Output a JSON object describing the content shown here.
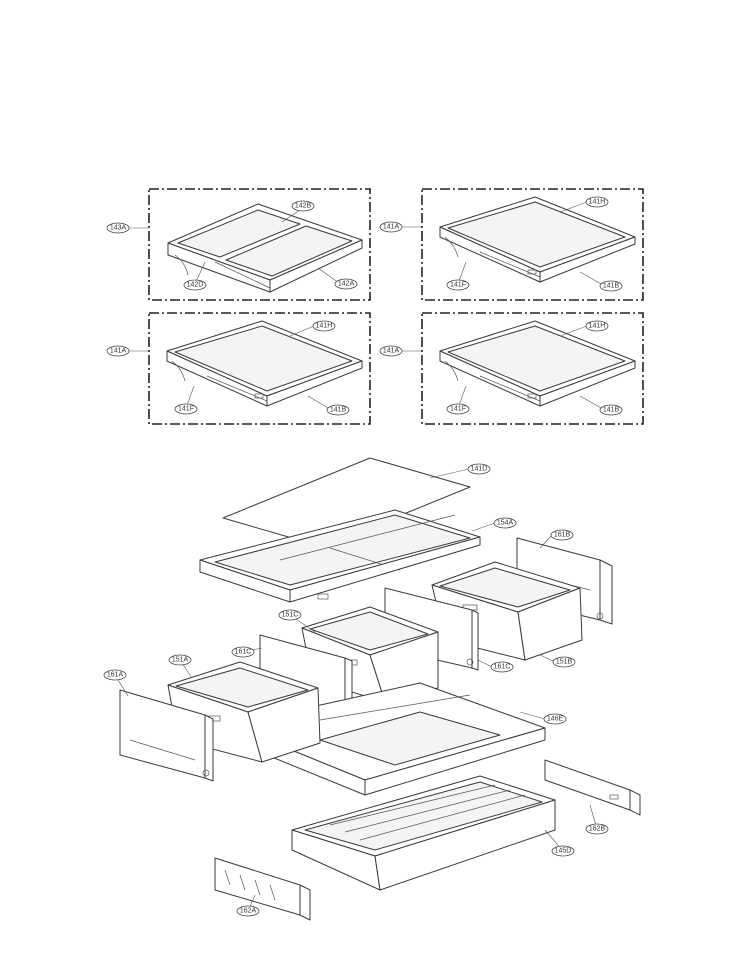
{
  "callouts": {
    "c143A": "143A",
    "c142B": "142B",
    "c142D": "142D",
    "c142A": "142A",
    "c141A_1": "141A",
    "c141H_1": "141H",
    "c141F_1": "141F",
    "c141B_1": "141B",
    "c141A_2": "141A",
    "c141H_2": "141H",
    "c141F_2": "141F",
    "c141B_2": "141B",
    "c141A_3": "141A",
    "c141H_3": "141H",
    "c141F_3": "141F",
    "c141B_3": "141B",
    "c141D": "141D",
    "c154A": "154A",
    "c161B": "161B",
    "c151C": "151C",
    "c161C_1": "161C",
    "c161C_2": "161C",
    "c151B": "151B",
    "c151A": "151A",
    "c161A": "161A",
    "c146E": "146E",
    "c162B": "162B",
    "c145D": "145D",
    "c162A": "162A"
  }
}
